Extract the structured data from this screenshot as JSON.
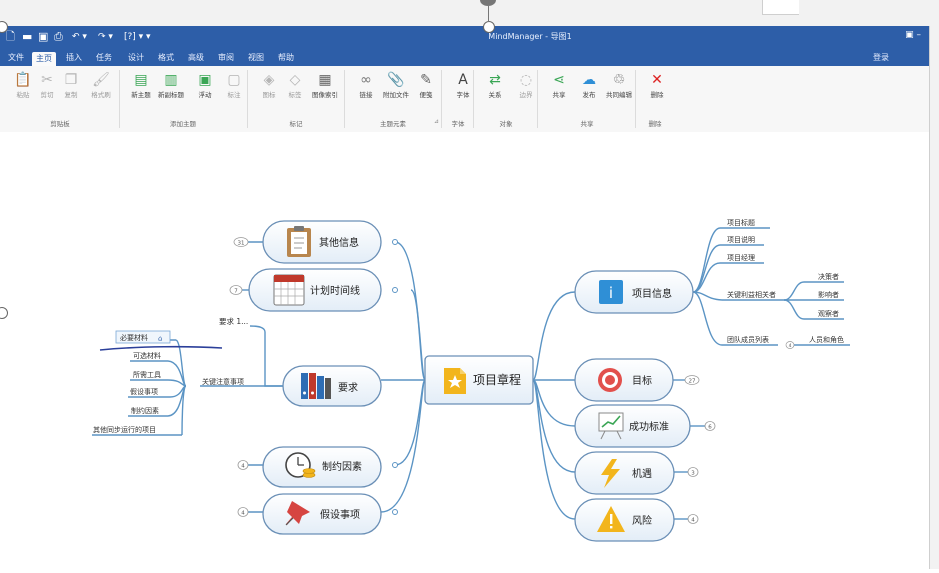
{
  "window": {
    "title": "MindManager - 导图1",
    "controls": "▣  –"
  },
  "menu": {
    "tabs": [
      "文件",
      "主页",
      "插入",
      "任务",
      "设计",
      "格式",
      "高级",
      "审阅",
      "视图",
      "帮助"
    ],
    "active_index": 1,
    "signin": "登录"
  },
  "ribbon": {
    "buttons": [
      {
        "label": "粘贴",
        "icon": "paste-icon",
        "dim": true
      },
      {
        "label": "剪切",
        "icon": "scissors-icon",
        "dim": true
      },
      {
        "label": "复制",
        "icon": "copy-icon",
        "dim": true
      },
      {
        "label": "格式刷",
        "icon": "format-painter-icon",
        "dim": true
      },
      {
        "label": "新主题",
        "icon": "new-topic-icon",
        "dim": false
      },
      {
        "label": "新副标题",
        "icon": "new-subtopic-icon",
        "dim": false
      },
      {
        "label": "浮动",
        "icon": "floating-topic-icon",
        "dim": false
      },
      {
        "label": "标注",
        "icon": "callout-icon",
        "dim": true
      },
      {
        "label": "图标",
        "icon": "icons-icon",
        "dim": true
      },
      {
        "label": "标签",
        "icon": "tag-icon",
        "dim": true
      },
      {
        "label": "图像索引",
        "icon": "image-index-icon",
        "dim": false
      },
      {
        "label": "链接",
        "icon": "link-icon",
        "dim": false
      },
      {
        "label": "附加文件",
        "icon": "attach-file-icon",
        "dim": false
      },
      {
        "label": "便笺",
        "icon": "note-icon",
        "dim": false
      },
      {
        "label": "字体",
        "icon": "font-icon",
        "dim": false
      },
      {
        "label": "关系",
        "icon": "relationship-icon",
        "dim": false
      },
      {
        "label": "边界",
        "icon": "boundary-icon",
        "dim": true
      },
      {
        "label": "共享",
        "icon": "share-icon",
        "dim": false
      },
      {
        "label": "发布",
        "icon": "publish-icon",
        "dim": false
      },
      {
        "label": "共同编辑",
        "icon": "coedit-icon",
        "dim": false
      },
      {
        "label": "删除",
        "icon": "delete-icon",
        "dim": false
      }
    ],
    "groups": [
      "剪贴板",
      "添加主题",
      "标记",
      "主题元素",
      "字体",
      "对象",
      "共享",
      "删除"
    ]
  },
  "map": {
    "central": "项目章程",
    "left_topics": [
      {
        "label": "其他信息",
        "badge": "31",
        "icon": "clipboard-icon"
      },
      {
        "label": "计划时间线",
        "badge": "7",
        "icon": "calendar-icon"
      },
      {
        "label": "要求",
        "badge": "",
        "icon": "binders-icon"
      },
      {
        "label": "制约因素",
        "badge": "4",
        "icon": "clock-coins-icon"
      },
      {
        "label": "假设事项",
        "badge": "4",
        "icon": "pushpin-icon"
      }
    ],
    "right_topics": [
      {
        "label": "项目信息",
        "badge": "",
        "icon": "info-icon"
      },
      {
        "label": "目标",
        "badge": "27",
        "icon": "target-icon"
      },
      {
        "label": "成功标准",
        "badge": "6",
        "icon": "chart-board-icon"
      },
      {
        "label": "机遇",
        "badge": "3",
        "icon": "lightning-icon"
      },
      {
        "label": "风险",
        "badge": "4",
        "icon": "warning-icon"
      }
    ],
    "requirement_subtopics": {
      "note": "要求 1...",
      "key_item": "关键注意事项",
      "items": [
        "必要材料",
        "可选材料",
        "所需工具",
        "假设事项",
        "制约因素",
        "其他同步运行的项目"
      ]
    },
    "project_info_subtopics": {
      "items": [
        "项目标题",
        "项目说明",
        "项目经理",
        "关键利益相关者",
        "团队成员列表"
      ],
      "stakeholders": [
        "决策者",
        "影响者",
        "观察者"
      ],
      "team": "人员和角色",
      "team_badge": "4"
    }
  }
}
